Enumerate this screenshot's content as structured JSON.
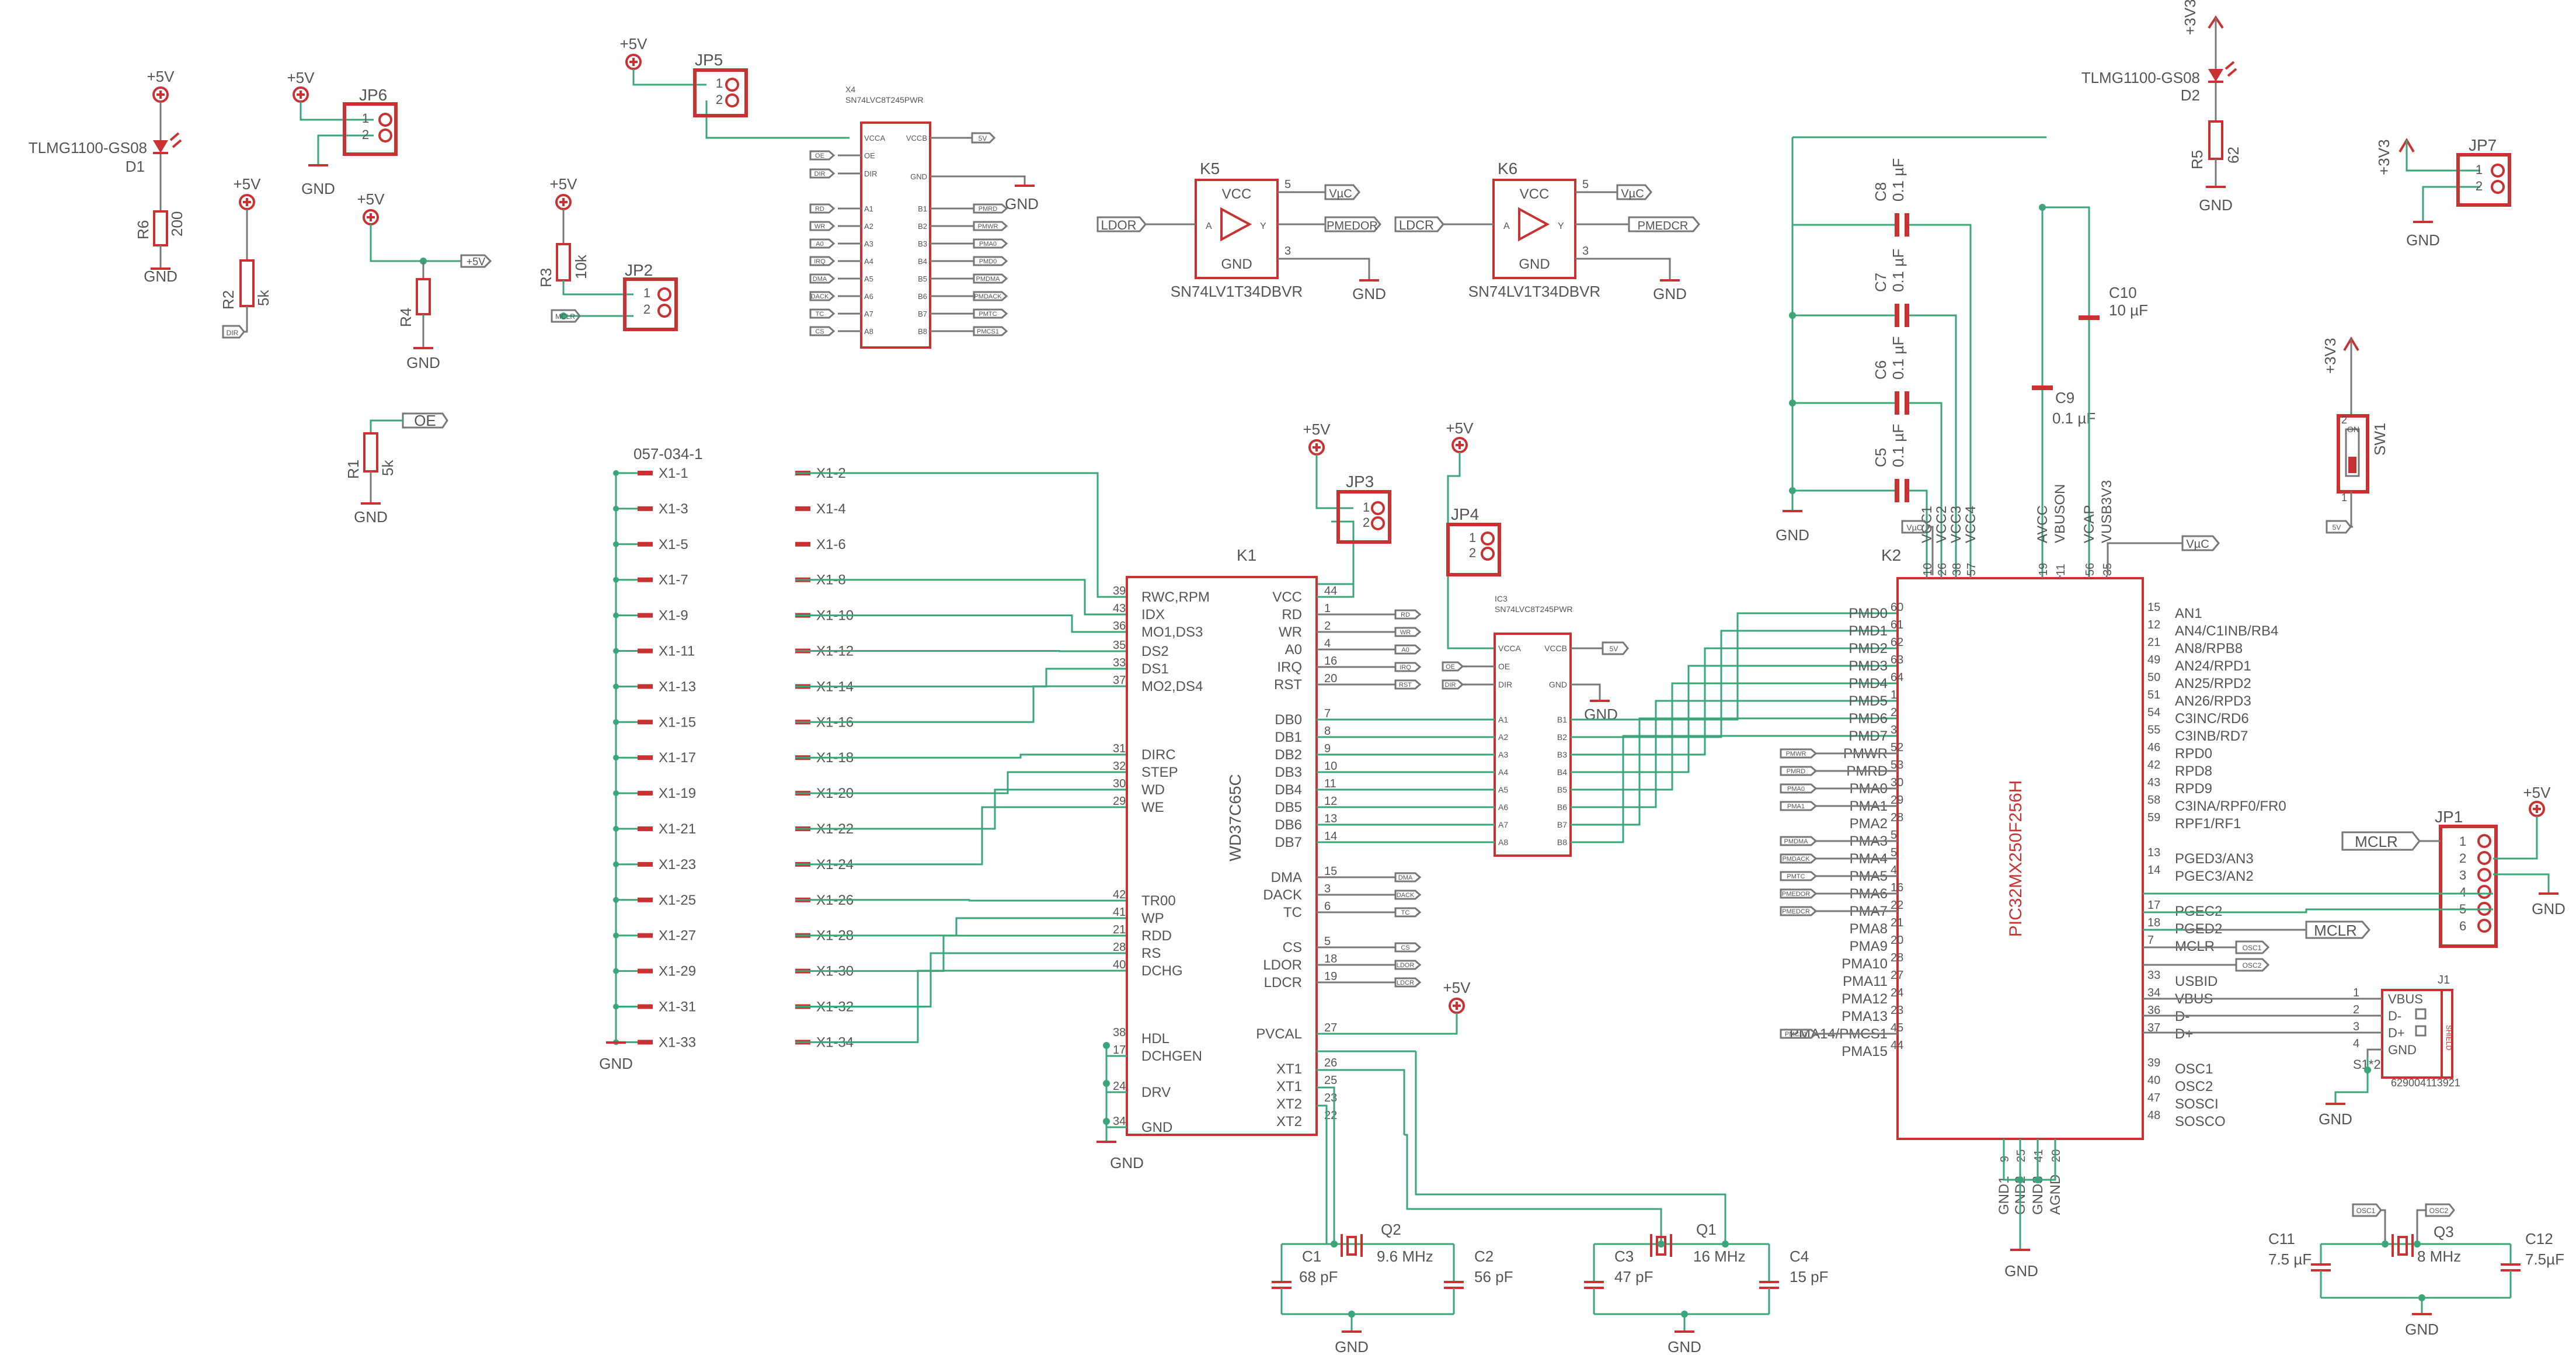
{
  "schematic": {
    "led_d1": {
      "value": "TLMG1100-GS08",
      "ref": "D1",
      "supply": "+5V"
    },
    "r6": {
      "ref": "R6",
      "value": "200",
      "gnd": "GND"
    },
    "jp6": {
      "ref": "JP6",
      "supply": "+5V",
      "gnd": "GND",
      "pin1": "1",
      "pin2": "2"
    },
    "r2": {
      "ref": "R2",
      "value": "5k",
      "supply": "+5V",
      "net": "DIR"
    },
    "r4": {
      "ref": "R4",
      "supply": "+5V",
      "gnd": "GND",
      "net": "+5V"
    },
    "r1": {
      "ref": "R1",
      "value": "5k",
      "gnd": "GND",
      "net": "OE"
    },
    "r3": {
      "ref": "R3",
      "value": "10k",
      "supply": "+5V",
      "net": "MCLR"
    },
    "jp2": {
      "ref": "JP2",
      "pin1": "1",
      "pin2": "2"
    },
    "jp5": {
      "ref": "JP5",
      "supply": "+5V",
      "pin1": "1",
      "pin2": "2"
    },
    "x4": {
      "ref": "X4",
      "part": "SN74LVC8T245PWR",
      "left_pins": [
        "VCCA",
        "OE",
        "DIR",
        "A1",
        "A2",
        "A3",
        "A4",
        "A5",
        "A6",
        "A7",
        "A8"
      ],
      "right_pins": [
        "VCCB",
        "GND",
        "B1",
        "B2",
        "B3",
        "B4",
        "B5",
        "B6",
        "B7",
        "B8"
      ],
      "left_nets": [
        "OE",
        "DIR",
        "RD",
        "WR",
        "A0",
        "IRQ",
        "DMA",
        "DACK",
        "TC",
        "CS"
      ],
      "right_nets": [
        "5V",
        "PMRD",
        "PMWR",
        "PMA0",
        "PMD0",
        "PMDMA",
        "PMDACK",
        "PMTC",
        "PMCS1"
      ],
      "gnd": "GND"
    },
    "k5": {
      "ref": "K5",
      "part": "SN74LV1T34DBVR",
      "vcc": "VCC",
      "gnd": "GND",
      "a": "A",
      "y": "Y",
      "pin5": "5",
      "pin3": "3",
      "in_net": "LDOR",
      "out_net": "PMEDOR",
      "vcc_net": "VµC",
      "gnd_label": "GND"
    },
    "k6": {
      "ref": "K6",
      "part": "SN74LV1T34DBVR",
      "vcc": "VCC",
      "gnd": "GND",
      "a": "A",
      "y": "Y",
      "pin5": "5",
      "pin3": "3",
      "in_net": "LDCR",
      "out_net": "PMEDCR",
      "vcc_net": "VµC",
      "gnd_label": "GND"
    },
    "x1": {
      "ref": "057-034-1",
      "left": [
        "X1-1",
        "X1-3",
        "X1-5",
        "X1-7",
        "X1-9",
        "X1-11",
        "X1-13",
        "X1-15",
        "X1-17",
        "X1-19",
        "X1-21",
        "X1-23",
        "X1-25",
        "X1-27",
        "X1-29",
        "X1-31",
        "X1-33"
      ],
      "right": [
        "X1-2",
        "X1-4",
        "X1-6",
        "X1-8",
        "X1-10",
        "X1-12",
        "X1-14",
        "X1-16",
        "X1-18",
        "X1-20",
        "X1-22",
        "X1-24",
        "X1-26",
        "X1-28",
        "X1-30",
        "X1-32",
        "X1-34"
      ],
      "gnd": "GND"
    },
    "jp3": {
      "ref": "JP3",
      "supply": "+5V",
      "pin1": "1",
      "pin2": "2"
    },
    "jp4": {
      "ref": "JP4",
      "supply": "+5V",
      "pin1": "1",
      "pin2": "2"
    },
    "k1": {
      "ref": "K1",
      "part": "WD37C65C",
      "left_pins": [
        {
          "n": "39",
          "l": "RWC,RPM"
        },
        {
          "n": "43",
          "l": "IDX"
        },
        {
          "n": "36",
          "l": "MO1,DS3"
        },
        {
          "n": "35",
          "l": "DS2"
        },
        {
          "n": "33",
          "l": "DS1"
        },
        {
          "n": "37",
          "l": "MO2,DS4"
        },
        {
          "n": "31",
          "l": "DIRC"
        },
        {
          "n": "32",
          "l": "STEP"
        },
        {
          "n": "30",
          "l": "WD"
        },
        {
          "n": "29",
          "l": "WE"
        },
        {
          "n": "42",
          "l": "TR00"
        },
        {
          "n": "41",
          "l": "WP"
        },
        {
          "n": "21",
          "l": "RDD"
        },
        {
          "n": "28",
          "l": "RS"
        },
        {
          "n": "40",
          "l": "DCHG"
        },
        {
          "n": "38",
          "l": "HDL"
        },
        {
          "n": "17",
          "l": "DCHGEN"
        },
        {
          "n": "24",
          "l": "DRV"
        },
        {
          "n": "34",
          "l": "GND"
        }
      ],
      "right_pins": [
        {
          "n": "44",
          "l": "VCC"
        },
        {
          "n": "1",
          "l": "RD"
        },
        {
          "n": "2",
          "l": "WR"
        },
        {
          "n": "4",
          "l": "A0"
        },
        {
          "n": "16",
          "l": "IRQ"
        },
        {
          "n": "20",
          "l": "RST"
        },
        {
          "n": "7",
          "l": "DB0"
        },
        {
          "n": "8",
          "l": "DB1"
        },
        {
          "n": "9",
          "l": "DB2"
        },
        {
          "n": "10",
          "l": "DB3"
        },
        {
          "n": "11",
          "l": "DB4"
        },
        {
          "n": "12",
          "l": "DB5"
        },
        {
          "n": "13",
          "l": "DB6"
        },
        {
          "n": "14",
          "l": "DB7"
        },
        {
          "n": "15",
          "l": "DMA"
        },
        {
          "n": "3",
          "l": "DACK"
        },
        {
          "n": "6",
          "l": "TC"
        },
        {
          "n": "5",
          "l": "CS"
        },
        {
          "n": "18",
          "l": "LDOR"
        },
        {
          "n": "19",
          "l": "LDCR"
        },
        {
          "n": "27",
          "l": "PVCAL"
        },
        {
          "n": "26",
          "l": "XT1"
        },
        {
          "n": "25",
          "l": "XT1"
        },
        {
          "n": "23",
          "l": "XT2"
        },
        {
          "n": "22",
          "l": "XT2"
        }
      ],
      "right_nets": [
        "RD",
        "WR",
        "A0",
        "IRQ",
        "RST",
        "DMA",
        "DACK",
        "TC",
        "CS",
        "LDOR",
        "LDCR"
      ],
      "pvcal_supply": "+5V",
      "gnd": "GND"
    },
    "ic3": {
      "ref": "IC3",
      "part": "SN74LVC8T245PWR",
      "left_pins": [
        "VCCA",
        "OE",
        "DIR",
        "A1",
        "A2",
        "A3",
        "A4",
        "A5",
        "A6",
        "A7",
        "A8"
      ],
      "right_pins": [
        "VCCB",
        "GND",
        "B1",
        "B2",
        "B3",
        "B4",
        "B5",
        "B6",
        "B7",
        "B8"
      ],
      "left_nets": [
        "OE",
        "DIR"
      ],
      "vccb_net": "5V",
      "gnd": "GND"
    },
    "k2": {
      "ref": "K2",
      "part": "PIC32MX250F256H",
      "top_pins": [
        {
          "n": "10",
          "l": "VCC1"
        },
        {
          "n": "26",
          "l": "VCC2"
        },
        {
          "n": "38",
          "l": "VCC3"
        },
        {
          "n": "57",
          "l": "VCC4"
        },
        {
          "n": "19",
          "l": "AVCC"
        },
        {
          "n": "11",
          "l": "VBUSON"
        },
        {
          "n": "56",
          "l": "VCAP"
        },
        {
          "n": "35",
          "l": "VUSB3V3"
        }
      ],
      "vuc_left": "VµC",
      "vuc_right": "VµC",
      "left_pins": [
        {
          "n": "60",
          "l": "PMD0"
        },
        {
          "n": "61",
          "l": "PMD1"
        },
        {
          "n": "62",
          "l": "PMD2"
        },
        {
          "n": "63",
          "l": "PMD3"
        },
        {
          "n": "64",
          "l": "PMD4"
        },
        {
          "n": "1",
          "l": "PMD5"
        },
        {
          "n": "2",
          "l": "PMD6"
        },
        {
          "n": "3",
          "l": "PMD7"
        },
        {
          "n": "52",
          "l": "PMWR"
        },
        {
          "n": "53",
          "l": "PMRD"
        },
        {
          "n": "30",
          "l": "PMA0"
        },
        {
          "n": "29",
          "l": "PMA1"
        },
        {
          "n": "28",
          "l": "PMA2"
        },
        {
          "n": "5",
          "l": "PMA3"
        },
        {
          "n": "5",
          "l": "PMA4"
        },
        {
          "n": "4",
          "l": "PMA5"
        },
        {
          "n": "16",
          "l": "PMA6"
        },
        {
          "n": "22",
          "l": "PMA7"
        },
        {
          "n": "21",
          "l": "PMA8"
        },
        {
          "n": "20",
          "l": "PMA9"
        },
        {
          "n": "28",
          "l": "PMA10"
        },
        {
          "n": "27",
          "l": "PMA11"
        },
        {
          "n": "24",
          "l": "PMA12"
        },
        {
          "n": "23",
          "l": "PMA13"
        },
        {
          "n": "45",
          "l": "PMA14/PMCS1"
        },
        {
          "n": "44",
          "l": "PMA15"
        }
      ],
      "left_nets": [
        "PMWR",
        "PMRD",
        "PMA0",
        "PMA1",
        "PMDMA",
        "PMDACK",
        "PMTC",
        "PMEDOR",
        "PMEDCR",
        "PMCS1"
      ],
      "right_pins": [
        {
          "n": "15",
          "l": "AN1"
        },
        {
          "n": "12",
          "l": "AN4/C1INB/RB4"
        },
        {
          "n": "21",
          "l": "AN8/RPB8"
        },
        {
          "n": "49",
          "l": "AN24/RPD1"
        },
        {
          "n": "50",
          "l": "AN25/RPD2"
        },
        {
          "n": "51",
          "l": "AN26/RPD3"
        },
        {
          "n": "54",
          "l": "C3INC/RD6"
        },
        {
          "n": "55",
          "l": "C3INB/RD7"
        },
        {
          "n": "46",
          "l": "RPD0"
        },
        {
          "n": "42",
          "l": "RPD8"
        },
        {
          "n": "43",
          "l": "RPD9"
        },
        {
          "n": "58",
          "l": "C3INA/RPF0/FR0"
        },
        {
          "n": "59",
          "l": "RPF1/RF1"
        },
        {
          "n": "13",
          "l": "PGED3/AN3"
        },
        {
          "n": "14",
          "l": "PGEC3/AN2"
        },
        {
          "n": "17",
          "l": "PGEC2"
        },
        {
          "n": "18",
          "l": "PGED2"
        },
        {
          "n": "7",
          "l": "MCLR"
        },
        {
          "n": "33",
          "l": "USBID"
        },
        {
          "n": "34",
          "l": "VBUS"
        },
        {
          "n": "36",
          "l": "D-"
        },
        {
          "n": "37",
          "l": "D+"
        },
        {
          "n": "39",
          "l": "OSC1"
        },
        {
          "n": "40",
          "l": "OSC2"
        },
        {
          "n": "47",
          "l": "SOSCI"
        },
        {
          "n": "48",
          "l": "SOSCO"
        }
      ],
      "bottom_pins": [
        {
          "n": "9",
          "l": "GND1"
        },
        {
          "n": "25",
          "l": "GND2"
        },
        {
          "n": "41",
          "l": "GND3"
        },
        {
          "n": "20",
          "l": "AGND"
        }
      ],
      "osc_nets": [
        "OSC1",
        "OSC2"
      ],
      "mclr_net": "MCLR",
      "gnd": "GND"
    },
    "caps": {
      "c8": {
        "ref": "C8",
        "value": "0.1 µF"
      },
      "c7": {
        "ref": "C7",
        "value": "0.1 µF"
      },
      "c6": {
        "ref": "C6",
        "value": "0.1 µF"
      },
      "c5": {
        "ref": "C5",
        "value": "0.1 µF"
      },
      "c9": {
        "ref": "C9",
        "value": "0.1 µF"
      },
      "c10": {
        "ref": "C10",
        "value": "10 µF"
      },
      "gnd": "GND"
    },
    "led_d2": {
      "value": "TLMG1100-GS08",
      "ref": "D2",
      "supply": "+3V3"
    },
    "r5": {
      "ref": "R5",
      "value": "62",
      "gnd": "GND"
    },
    "jp7": {
      "ref": "JP7",
      "supply": "+3V3",
      "gnd": "GND",
      "pin1": "1",
      "pin2": "2"
    },
    "sw1": {
      "ref": "SW1",
      "supply": "+3V3",
      "on": "ON",
      "pin1": "1",
      "pin2": "2",
      "net": "5V"
    },
    "jp1": {
      "ref": "JP1",
      "supply": "+5V",
      "gnd": "GND",
      "net": "MCLR",
      "pins": [
        "1",
        "2",
        "3",
        "4",
        "5",
        "6"
      ]
    },
    "j1": {
      "ref": "J1",
      "pins": [
        "VBUS",
        "D-",
        "D+",
        "GND"
      ],
      "pin_numbers": [
        "1",
        "2",
        "3",
        "4"
      ],
      "shield": "S1*2",
      "part": "629004113921",
      "gnd": "GND",
      "side": "SHIELD"
    },
    "q2": {
      "ref": "Q2",
      "freq": "9.6 MHz",
      "c1": "C1",
      "c1v": "68 pF",
      "c2": "C2",
      "c2v": "56 pF",
      "gnd": "GND"
    },
    "q1": {
      "ref": "Q1",
      "freq": "16 MHz",
      "c3": "C3",
      "c3v": "47 pF",
      "c4": "C4",
      "c4v": "15 pF",
      "gnd": "GND"
    },
    "q3": {
      "ref": "Q3",
      "freq": "8 MHz",
      "c11": "C11",
      "c11v": "7.5 µF",
      "c12": "C12",
      "c12v": "7.5µF",
      "net1": "OSC1",
      "net2": "OSC2",
      "gnd": "GND"
    }
  }
}
